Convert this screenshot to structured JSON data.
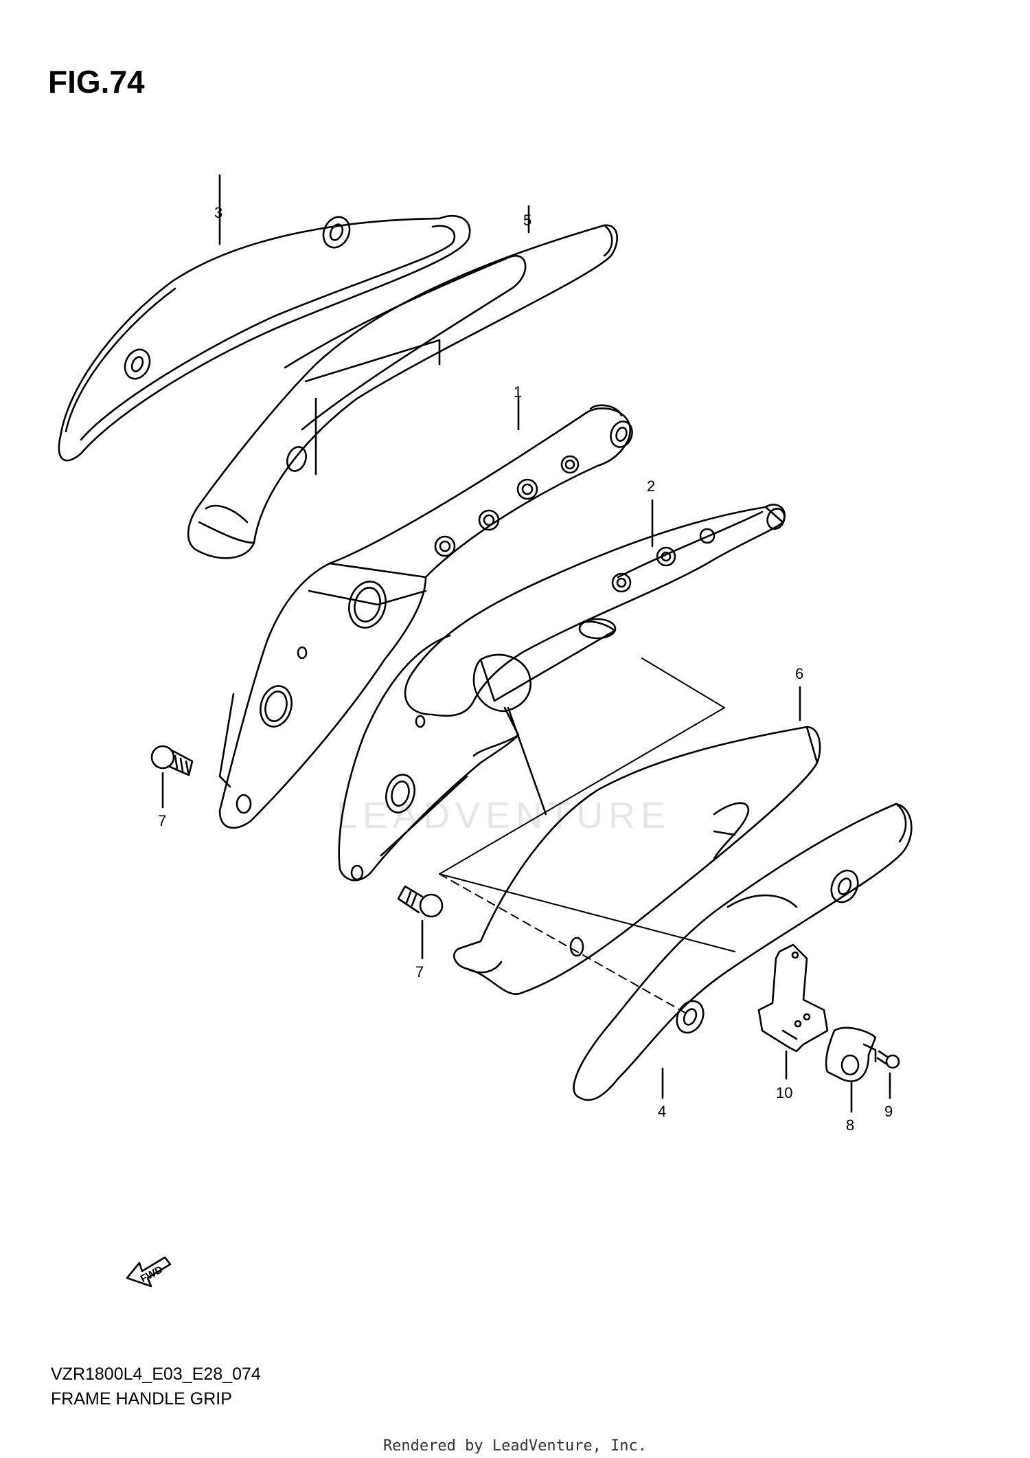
{
  "figure": {
    "title": "FIG.74",
    "model_code": "VZR1800L4_E03_E28_074",
    "name": "FRAME HANDLE GRIP"
  },
  "callouts": [
    "1",
    "2",
    "3",
    "4",
    "5",
    "6",
    "7",
    "7",
    "8",
    "9",
    "10"
  ],
  "watermark": "LEADVENTURE",
  "fwd_label": "FWD",
  "footer": "Rendered by LeadVenture, Inc."
}
